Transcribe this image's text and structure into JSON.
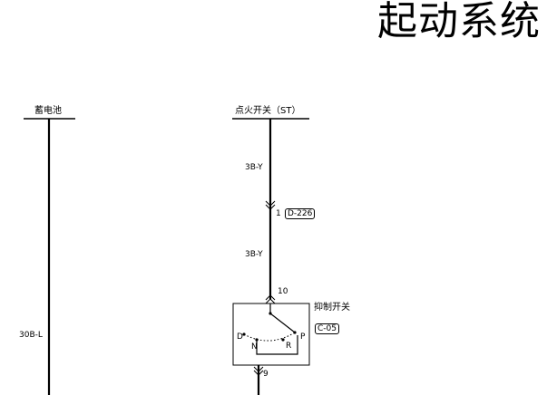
{
  "title": "起动系统",
  "labels": {
    "battery": "蓄电池",
    "ignition_switch": "点火开关（ST）",
    "inhibitor_switch": "抑制开关"
  },
  "wires": {
    "battery_wire": "30B-L",
    "ign_wire_upper": "3B-Y",
    "ign_wire_lower": "3B-Y"
  },
  "connectors": {
    "upper_pin": "1",
    "upper_id": "D-226",
    "switch_in_pin": "10",
    "switch_id": "C-05",
    "switch_out_pin": "9"
  },
  "switch_positions": {
    "d": "D",
    "n": "N",
    "r": "R",
    "p": "P"
  }
}
